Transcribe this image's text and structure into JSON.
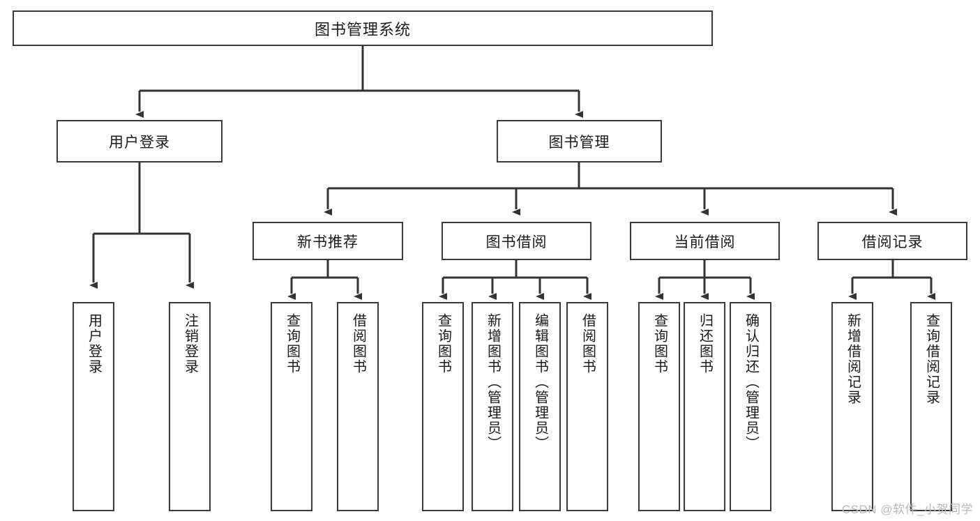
{
  "diagram": {
    "title": "图书管理系统",
    "type": "tree-hierarchy-diagram",
    "root": {
      "id": "root",
      "label": "图书管理系统"
    },
    "level2": [
      {
        "id": "user-login",
        "label": "用户登录"
      },
      {
        "id": "book-manage",
        "label": "图书管理"
      }
    ],
    "level3": [
      {
        "id": "new-book-recommend",
        "label": "新书推荐",
        "parent": "book-manage"
      },
      {
        "id": "book-borrow",
        "label": "图书借阅",
        "parent": "book-manage"
      },
      {
        "id": "current-borrow",
        "label": "当前借阅",
        "parent": "book-manage"
      },
      {
        "id": "borrow-record",
        "label": "借阅记录",
        "parent": "book-manage"
      }
    ],
    "leaves": [
      {
        "id": "leaf-user-login",
        "label": "用户登录",
        "parent": "user-login"
      },
      {
        "id": "leaf-user-logout",
        "label": "注销登录",
        "parent": "user-login"
      },
      {
        "id": "leaf-query-book-1",
        "label": "查询图书",
        "parent": "new-book-recommend"
      },
      {
        "id": "leaf-borrow-book-1",
        "label": "借阅图书",
        "parent": "new-book-recommend"
      },
      {
        "id": "leaf-query-book-2",
        "label": "查询图书",
        "parent": "book-borrow"
      },
      {
        "id": "leaf-add-book",
        "label": "新增图书（管理员）",
        "parent": "book-borrow"
      },
      {
        "id": "leaf-edit-book",
        "label": "编辑图书（管理员）",
        "parent": "book-borrow"
      },
      {
        "id": "leaf-borrow-book-2",
        "label": "借阅图书",
        "parent": "book-borrow"
      },
      {
        "id": "leaf-query-book-3",
        "label": "查询图书",
        "parent": "current-borrow"
      },
      {
        "id": "leaf-return-book",
        "label": "归还图书",
        "parent": "current-borrow"
      },
      {
        "id": "leaf-confirm-return",
        "label": "确认归还（管理员）",
        "parent": "current-borrow"
      },
      {
        "id": "leaf-add-record",
        "label": "新增借阅记录",
        "parent": "borrow-record"
      },
      {
        "id": "leaf-query-record",
        "label": "查询借阅记录",
        "parent": "borrow-record"
      }
    ],
    "colors": {
      "box_border": "#3a3a3a",
      "box_fill": "#ffffff",
      "connector": "#333333",
      "text": "#1a1a1a",
      "watermark": "#b9b9b9",
      "background": "#ffffff"
    }
  },
  "watermark": {
    "text": "CSDN @软件_小贺同学"
  }
}
